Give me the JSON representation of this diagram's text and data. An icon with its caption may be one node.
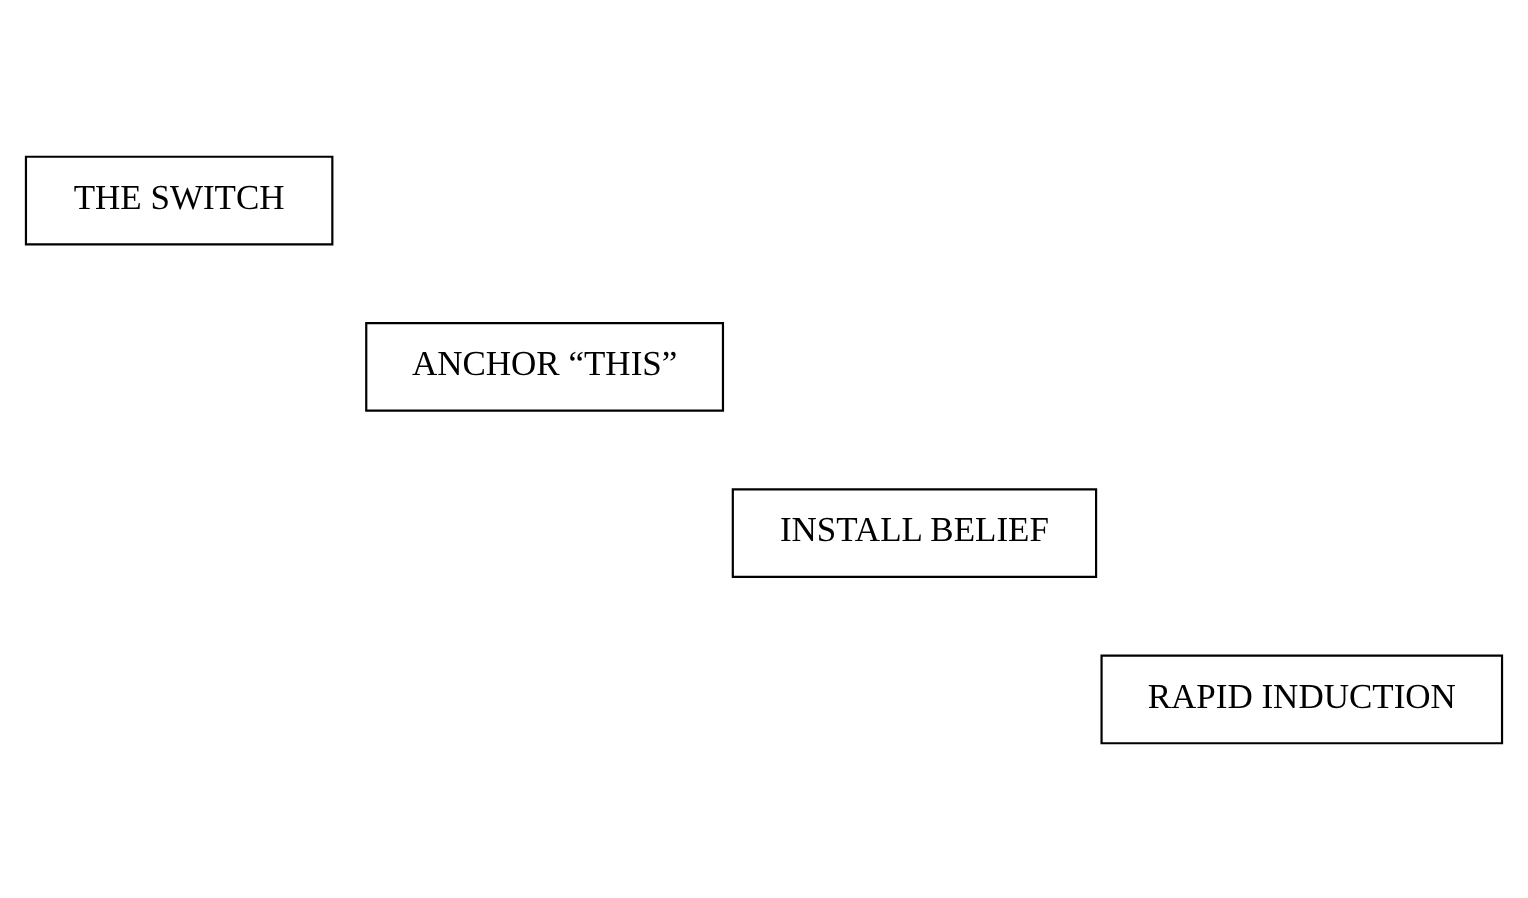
{
  "diagram": {
    "nodes": [
      {
        "text": [
          "THE SWITCH"
        ]
      },
      {
        "text": [
          "ANCHOR “THIS”"
        ]
      },
      {
        "text": [
          "INSTALL BELIEF"
        ]
      },
      {
        "text": [
          "RAPID INDUCTION"
        ]
      }
    ]
  }
}
